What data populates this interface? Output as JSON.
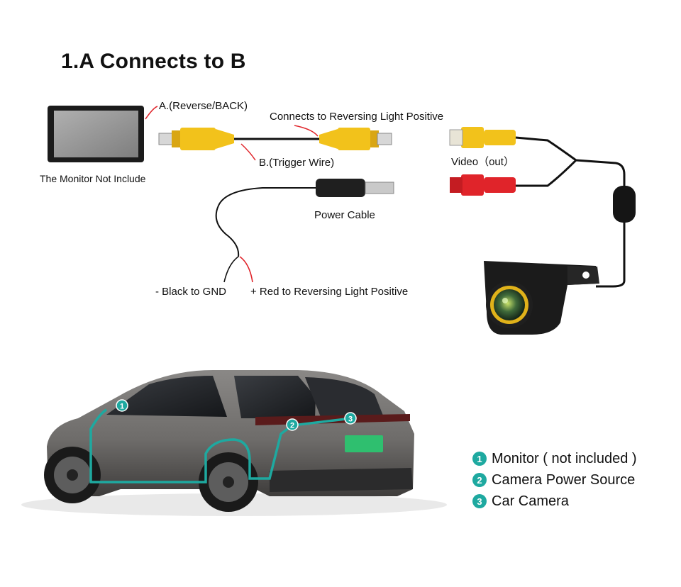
{
  "title": "1.A Connects to B",
  "labels": {
    "reverse_back": "A.(Reverse/BACK)",
    "connects_reversing": "Connects to Reversing Light Positive",
    "trigger_wire": "B.(Trigger Wire)",
    "monitor_not_include": "The Monitor Not Include",
    "video_out": "Video（out）",
    "power_cable": "Power Cable",
    "black_gnd": "- Black to GND",
    "red_positive": "+ Red to Reversing Light Positive"
  },
  "car_markers": [
    "1",
    "2",
    "3"
  ],
  "legend": [
    {
      "num": "1",
      "text": "Monitor ( not included )"
    },
    {
      "num": "2",
      "text": "Camera Power Source"
    },
    {
      "num": "3",
      "text": "Car Camera"
    }
  ],
  "colors": {
    "accent": "#1ea9a0",
    "rca_yellow": "#f2c21b",
    "rca_red": "#e0242a",
    "wire": "#111111",
    "plate": "#2fbf6f"
  }
}
